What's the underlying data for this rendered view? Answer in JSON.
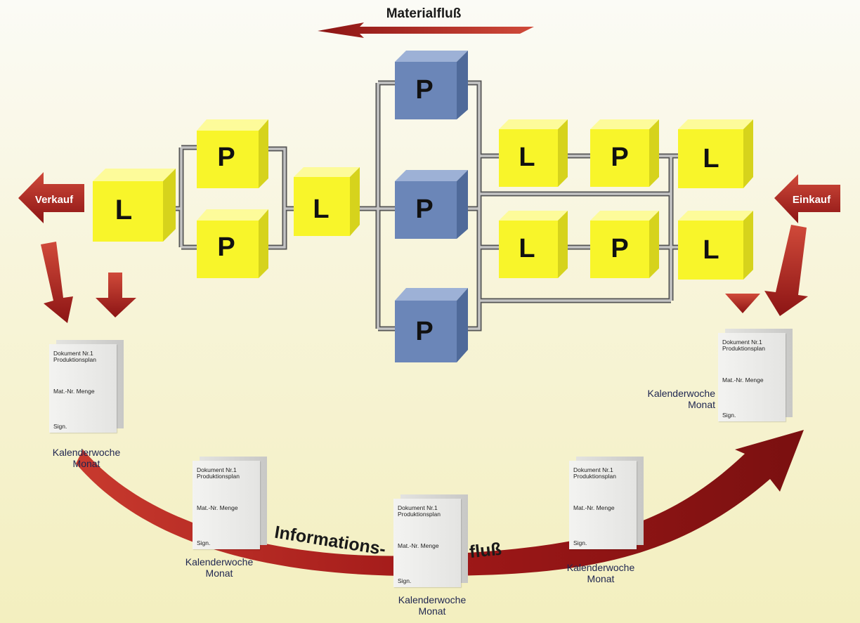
{
  "header": {
    "material_flow": "Materialfluß"
  },
  "sides": {
    "sales": "Verkauf",
    "purchasing": "Einkauf"
  },
  "info_flow": {
    "part1": "Informations-",
    "part2": "fluß"
  },
  "nodes": {
    "storage_left": "L",
    "prod_upper_left": "P",
    "prod_lower_left": "P",
    "storage_mid": "L",
    "prod_blue_top": "P",
    "prod_blue_mid": "P",
    "prod_blue_bottom": "P",
    "storage_right_a1": "L",
    "prod_right_a": "P",
    "storage_right_a2": "L",
    "storage_right_b1": "L",
    "prod_right_b": "P",
    "storage_right_b2": "L"
  },
  "document": {
    "line1": "Dokument Nr.1",
    "line2": "Produktionsplan",
    "line3": "Mat.-Nr. Menge",
    "line4": "Sign."
  },
  "doc_captions": {
    "line1": "Kalenderwoche",
    "line2": "Monat"
  },
  "colors": {
    "yellow_box": "#f8f52a",
    "blue_box": "#6b86b8",
    "arrow_red": "#9c1c1c",
    "connector_gray": "#b4b4b4"
  }
}
